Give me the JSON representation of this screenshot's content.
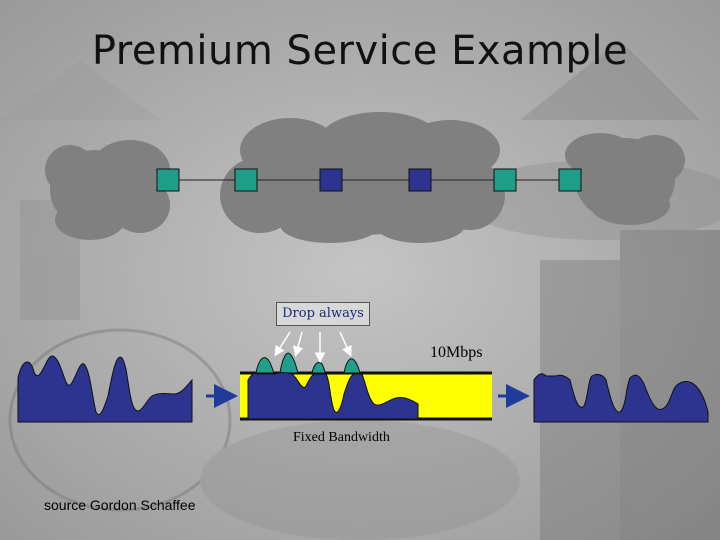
{
  "title": "Premium Service Example",
  "drop_label": "Drop always",
  "bandwidth_label": "10Mbps",
  "fixed_label": "Fixed Bandwidth",
  "source_label": "source Gordon Schaffee",
  "network": {
    "node_colors": [
      "edge",
      "edge",
      "core",
      "core",
      "edge",
      "edge"
    ]
  },
  "colors": {
    "cloud": "#808080",
    "edge_node": "#1e9e8a",
    "core_node": "#2c3490",
    "traffic": "#2c3490",
    "dropped": "#20a08c",
    "pipe": "#ffff00",
    "arrow": "#1f3c9a"
  }
}
